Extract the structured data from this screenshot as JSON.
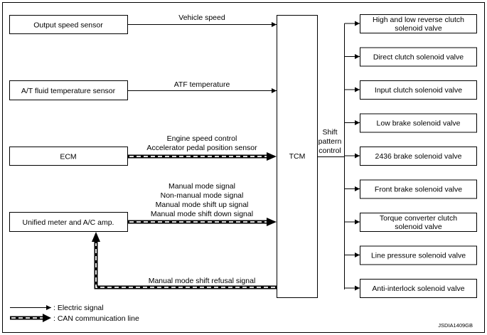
{
  "inputs": {
    "output_speed_sensor": "Output speed sensor",
    "atf_temp_sensor": "A/T fluid temperature sensor",
    "ecm": "ECM",
    "unified_meter": "Unified meter and A/C amp."
  },
  "tcm": "TCM",
  "signals": {
    "vehicle_speed": "Vehicle speed",
    "atf_temperature": "ATF temperature",
    "ecm_lines": [
      "Engine speed control",
      "Accelerator pedal position sensor"
    ],
    "meter_lines": [
      "Manual mode signal",
      "Non-manual mode signal",
      "Manual mode shift up signal",
      "Manual mode shift down signal"
    ],
    "refusal": "Manual mode shift refusal signal"
  },
  "shift_control": [
    "Shift",
    "pattern",
    "control"
  ],
  "outputs": [
    [
      "High and low reverse clutch",
      "solenoid valve"
    ],
    [
      "Direct clutch solenoid valve"
    ],
    [
      "Input clutch solenoid valve"
    ],
    [
      "Low brake solenoid valve"
    ],
    [
      "2436 brake solenoid valve"
    ],
    [
      "Front brake solenoid valve"
    ],
    [
      "Torque converter clutch",
      "solenoid valve"
    ],
    [
      "Line pressure solenoid valve"
    ],
    [
      "Anti-interlock solenoid valve"
    ]
  ],
  "legend": {
    "electric": ": Electric signal",
    "can": ": CAN communication line"
  },
  "figure_id": "JSDIA1409GB"
}
